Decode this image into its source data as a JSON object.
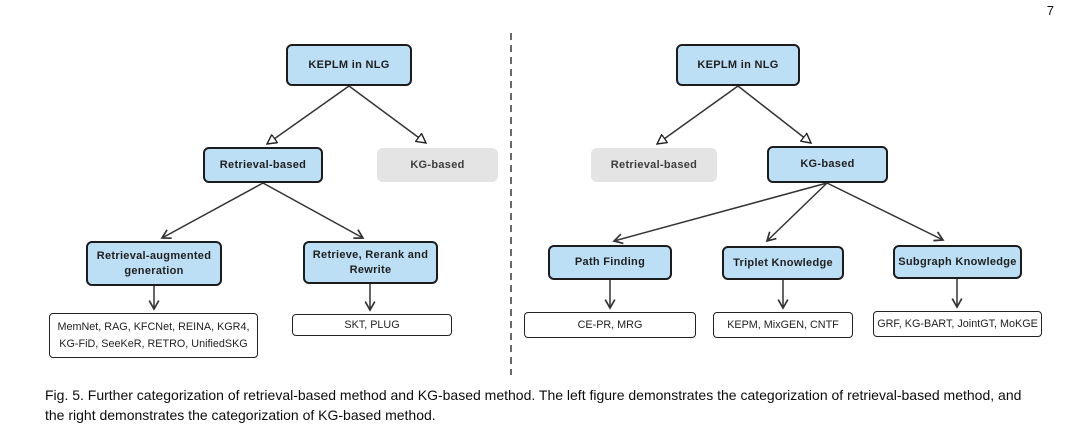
{
  "page_number": "7",
  "caption": "Fig. 5. Further categorization of retrieval-based method and KG-based method. The left figure demonstrates the categorization of retrieval-based method, and the right demonstrates the categorization of KG-based method.",
  "figure": {
    "left_tree": {
      "root": "KEPLM in NLG",
      "branch_retrieval": "Retrieval-based",
      "branch_kg": "KG-based",
      "children": [
        "Retrieval-augmented generation",
        "Retrieve, Rerank and Rewrite"
      ],
      "leaves": [
        "MemNet, RAG, KFCNet, REINA, KGR4, KG-FiD, SeeKeR, RETRO, UnifiedSKG",
        "SKT, PLUG"
      ]
    },
    "right_tree": {
      "root": "KEPLM in NLG",
      "branch_retrieval": "Retrieval-based",
      "branch_kg": "KG-based",
      "children": [
        "Path Finding",
        "Triplet Knowledge",
        "Subgraph Knowledge"
      ],
      "leaves": [
        "CE-PR, MRG",
        "KEPM, MixGEN, CNTF",
        "GRF, KG-BART, JointGT, MoKGE"
      ]
    }
  },
  "colors": {
    "highlight_node": "#BDDFF5",
    "muted_node": "#E4E4E4",
    "node_border": "#1c1c1c",
    "connector": "#333333"
  }
}
